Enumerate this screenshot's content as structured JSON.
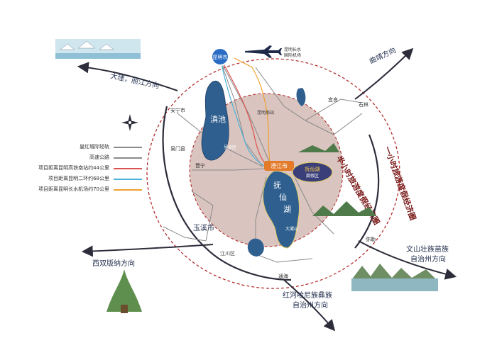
{
  "title": "",
  "directions": {
    "dali": "大理，丽江方向",
    "qujing": "曲靖方向",
    "xishuangbanna": "西双版纳方向",
    "wenshan_1": "文山壮族苗族",
    "wenshan_2": "自治州方向",
    "honghe_1": "红河哈尼族彝族",
    "honghe_2": "自治州方向"
  },
  "cities": {
    "kunming": "昆明市",
    "kunming_airport_1": "昆明长水",
    "kunming_airport_2": "国际机场",
    "dianchi": "滇池",
    "yuxi": "玉溪市",
    "chengjiang": "澄江市",
    "fuxianhu_1": "抚",
    "fuxianhu_2": "仙",
    "fuxianhu_3": "湖",
    "anning": "安宁市",
    "yimen": "易门县",
    "jiangchuan": "江川区",
    "tonghai": "通海",
    "yiliang": "宜良",
    "shilin": "石林",
    "luxi": "弥勒",
    "jinning": "晋宁",
    "chenggong": "呈贡区",
    "kunming_south": "昆明南站",
    "dahui": "大凝山",
    "station_label": "昆明南站"
  },
  "rings": {
    "half_hour": "半小时旅游度假经济圈",
    "one_hour": "一小时旅游度假经济圈"
  },
  "project_badge": {
    "line1": "抚仙湖",
    "line2": "度假区"
  },
  "legend": [
    {
      "label": "皇红城际轻轨",
      "color": "#8a8a8a"
    },
    {
      "label": "高速公路",
      "color": "#8a8a8a"
    },
    {
      "label": "项目距离昆明高铁南站约44公里",
      "color": "#d9534f"
    },
    {
      "label": "项目距离昆明二环约68公里",
      "color": "#4fb3d9"
    },
    {
      "label": "项目距离昆明长水机场约70公里",
      "color": "#f0a030"
    }
  ],
  "colors": {
    "ring_outer": "#b02020",
    "ring_inner_fill": "#d9c4bf",
    "ring_inner_stroke": "#b02020",
    "lake": "#2f5f8f",
    "kunming": "#2a6cc4",
    "chengjiang": "#e37a2a",
    "road": "#8a8a8a",
    "rail_red": "#d9534f",
    "rail_blue": "#4fb3d9",
    "rail_orange": "#f0a030",
    "ring_text": "#7a1a1a"
  }
}
